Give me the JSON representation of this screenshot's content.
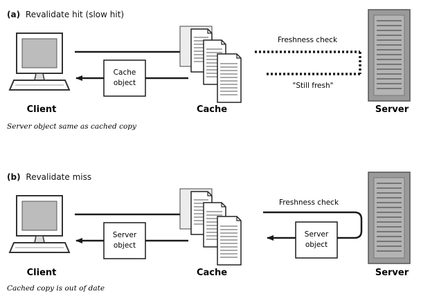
{
  "panel_a": {
    "title_prefix": "(a)",
    "title_text": "Revalidate hit (slow hit)",
    "client_label": "Client",
    "cache_label": "Cache",
    "server_label": "Server",
    "box_line1": "Cache",
    "box_line2": "object",
    "request_label": "Freshness check",
    "response_label": "\"Still fresh\"",
    "caption": "Server object same as cached copy"
  },
  "panel_b": {
    "title_prefix": "(b)",
    "title_text": "Revalidate miss",
    "client_label": "Client",
    "cache_label": "Cache",
    "server_label": "Server",
    "box_line1": "Server",
    "box_line2": "object",
    "server_box_line1": "Server",
    "server_box_line2": "object",
    "request_label": "Freshness check",
    "caption": "Cached copy is out of date"
  }
}
